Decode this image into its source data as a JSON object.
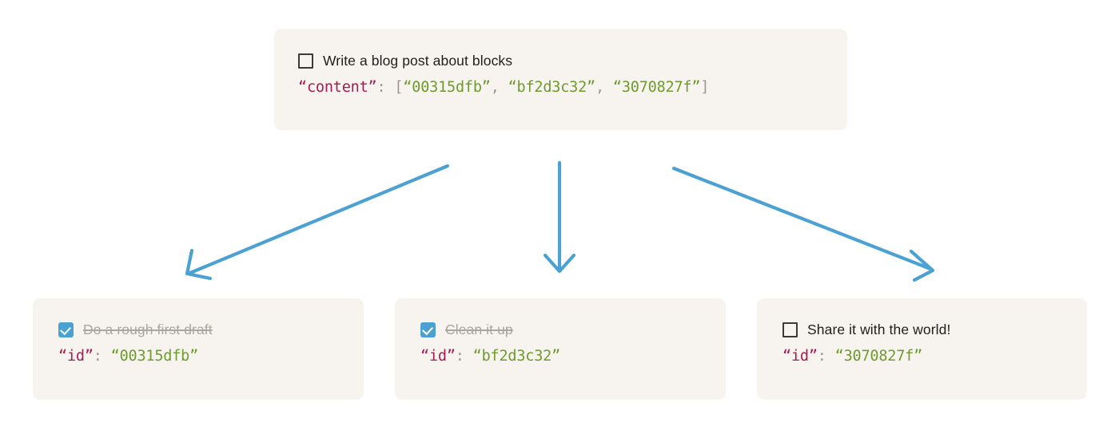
{
  "colors": {
    "card_background": "#f7f4ef",
    "arrow": "#4ba1d1",
    "checkbox_checked": "#4ba1d1",
    "json_key": "#a61b55",
    "json_value": "#6f9a2e",
    "json_punctuation": "#9c9690",
    "text_default": "#1f1e1c",
    "text_done": "#aba69e",
    "page_background": "#ffffff"
  },
  "parent": {
    "checkbox_state": "unchecked",
    "checkbox_icon": "checkbox-empty-icon",
    "task_label": "Write a blog post about blocks",
    "json": {
      "key": "“content”",
      "colon": ":",
      "open_bracket": "[",
      "values": [
        "“00315dfb”",
        "“bf2d3c32”",
        "“3070827f”"
      ],
      "separator": ",",
      "close_bracket": "]"
    }
  },
  "children": [
    {
      "checkbox_state": "checked",
      "checkbox_icon": "checkbox-checked-icon",
      "task_label": "Do a rough first draft",
      "json": {
        "key": "“id”",
        "colon": ":",
        "value": "“00315dfb”"
      }
    },
    {
      "checkbox_state": "checked",
      "checkbox_icon": "checkbox-checked-icon",
      "task_label": "Clean it up",
      "json": {
        "key": "“id”",
        "colon": ":",
        "value": "“bf2d3c32”"
      }
    },
    {
      "checkbox_state": "unchecked",
      "checkbox_icon": "checkbox-empty-icon",
      "task_label": "Share it with the world!",
      "json": {
        "key": "“id”",
        "colon": ":",
        "value": "“3070827f”"
      }
    }
  ],
  "arrows": [
    {
      "name": "arrow-to-child-1",
      "direction": "down-left"
    },
    {
      "name": "arrow-to-child-2",
      "direction": "down"
    },
    {
      "name": "arrow-to-child-3",
      "direction": "down-right"
    }
  ]
}
